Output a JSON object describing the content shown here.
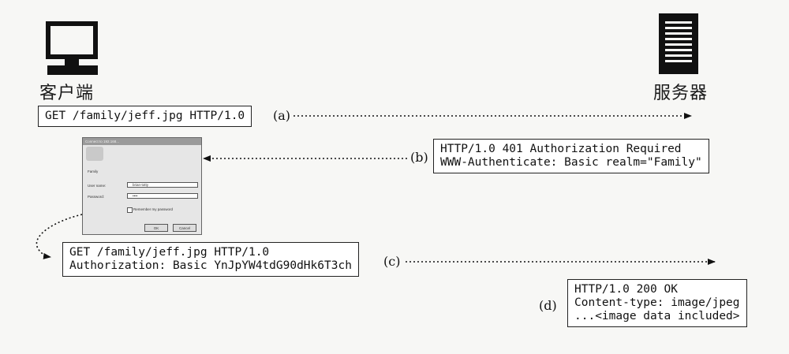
{
  "client": {
    "label": "客户端"
  },
  "server": {
    "label": "服务器"
  },
  "steps": [
    {
      "tag": "(a)",
      "lines": [
        "GET /family/jeff.jpg HTTP/1.0"
      ]
    },
    {
      "tag": "(b)",
      "lines": [
        "HTTP/1.0 401 Authorization Required",
        "WWW-Authenticate: Basic realm=\"Family\""
      ]
    },
    {
      "tag": "(c)",
      "lines": [
        "GET /family/jeff.jpg HTTP/1.0",
        "Authorization: Basic YnJpYW4tdG90dHk6T3ch"
      ]
    },
    {
      "tag": "(d)",
      "lines": [
        "HTTP/1.0 200 OK",
        "Content-type: image/jpeg",
        "...<image data included>"
      ]
    }
  ],
  "dialog": {
    "title": "Connect to 192.168...",
    "text": "Family",
    "user_label": "User name:",
    "user_value": "brian-totty",
    "password_label": "Password:",
    "password_value": "••••",
    "remember_label": "Remember my password",
    "ok_label": "OK",
    "cancel_label": "Cancel"
  }
}
